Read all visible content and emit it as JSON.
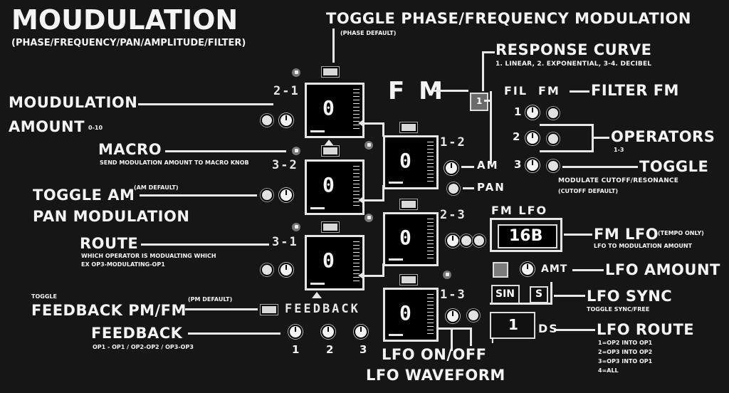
{
  "title": "MOUDULATION",
  "subtitle": "(PHASE/FREQUENCY/PAN/AMPLITUDE/FILTER)",
  "labels": {
    "toggle_pm_fm": "TOGGLE PHASE/FREQUENCY MODULATION",
    "phase_default": "(PHASE DEFAULT)",
    "response_curve": "RESPONSE CURVE",
    "response_curve_desc": "1. LINEAR, 2. EXPONENTIAL, 3-4. DECIBEL",
    "mod_amount_1": "MOUDULATION",
    "mod_amount_2": "AMOUNT",
    "mod_amount_range": "0-10",
    "macro": "MACRO",
    "macro_desc": "SEND MODULATION AMOUNT TO MACRO KNOB",
    "toggle_am": "TOGGLE AM",
    "am_default": "(AM DEFAULT)",
    "pan_modulation": "PAN MODULATION",
    "route": "ROUTE",
    "route_desc_1": "WHICH OPERATOR IS MODUALTING WHICH",
    "route_desc_2": "EX OP3-MODULATING-OP1",
    "toggle_small": "TOGGLE",
    "feedback_pm_fm": "FEEDBACK PM/FM",
    "pm_default": "(PM DEFAULT)",
    "feedback": "FEEDBACK",
    "feedback_desc": "OP1 - OP1  /  OP2-OP2  /  OP3-OP3",
    "lfo_on_off": "LFO ON/OFF",
    "lfo_waveform": "LFO WAVEFORM",
    "filter_fm": "FILTER FM",
    "operators": "OPERATORS",
    "operators_range": "1-3",
    "toggle": "TOGGLE",
    "toggle_desc": "MODULATE CUTOFF/RESONANCE",
    "cutoff_default": "(CUTOFF DEFAULT)",
    "fm_lfo": "FM LFO",
    "tempo_only": "(TEMPO ONLY)",
    "fm_lfo_desc": "LFO TO MODULATION AMOUNT",
    "lfo_amount": "LFO AMOUNT",
    "lfo_sync": "LFO SYNC",
    "lfo_sync_desc": "TOGGLE SYNC/FREE",
    "lfo_route": "LFO ROUTE",
    "lfo_route_1": "1=OP2 INTO OP1",
    "lfo_route_2": "2=OP3 INTO OP2",
    "lfo_route_3": "3=OP3 INTO OP1",
    "lfo_route_4": "4=ALL"
  },
  "panel": {
    "fm": "F M",
    "fil": "FIL",
    "fm_small": "FM",
    "am": "AM",
    "pan": "PAN",
    "fm_lfo_header": "FM LFO",
    "lfo_value": "16B",
    "amt": "AMT",
    "sin": "SIN",
    "s": "S",
    "ds": "DS",
    "route_value": "1",
    "response_value": "1",
    "feedback_label": "FEEDBACK",
    "fb1": "1",
    "fb2": "2",
    "fb3": "3",
    "op1": "1",
    "op2": "2",
    "op3": "3",
    "route_2_1": "2-1",
    "route_3_2": "3-2",
    "route_3_1": "3-1",
    "route_1_2": "1-2",
    "route_2_3": "2-3",
    "route_1_3": "1-3",
    "lfo_tick": "I"
  },
  "modules": {
    "m21": "0",
    "m32": "0",
    "m31": "0",
    "m12": "0",
    "m23": "0",
    "m13": "0"
  }
}
